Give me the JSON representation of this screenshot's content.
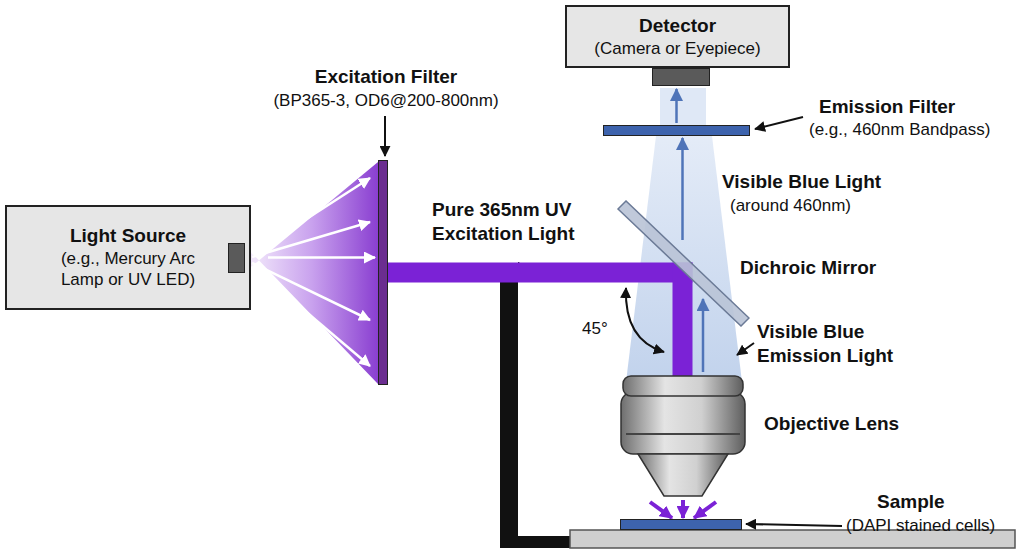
{
  "diagram": {
    "nodes": [
      {
        "text": [
          "Detector",
          "(Camera or Eyepiece)"
        ]
      },
      {
        "text": [
          "Excitation Filter",
          "(BP365-3, OD6@200-800nm)"
        ]
      },
      {
        "text": [
          "Emission Filter",
          "(e.g., 460nm Bandpass)"
        ]
      },
      {
        "text": [
          "Light Source",
          "(e.g., Mercury Arc Lamp or UV LED)"
        ]
      },
      {
        "text": [
          "Dichroic Mirror"
        ]
      },
      {
        "text": [
          "Objective Lens"
        ]
      },
      {
        "text": [
          "Sample",
          "(DAPI stained cells)"
        ]
      }
    ],
    "edges": [
      {
        "from": 3,
        "to": 1,
        "arrow": "to"
      },
      {
        "from": 1,
        "to": 4,
        "label": "Pure 365nm UV Excitation Light",
        "arrow": "none"
      },
      {
        "from": 4,
        "to": 5,
        "arrow": "none"
      },
      {
        "from": 5,
        "to": 6,
        "arrow": "to"
      },
      {
        "from": 5,
        "to": 4,
        "arrow": "to"
      },
      {
        "from": 4,
        "to": 2,
        "arrow": "to"
      },
      {
        "from": 2,
        "to": 0,
        "arrow": "to"
      }
    ],
    "labels": [
      "Visible Blue Light",
      "(around 460nm)",
      "45°",
      "Visible Blue Emission Light"
    ]
  }
}
